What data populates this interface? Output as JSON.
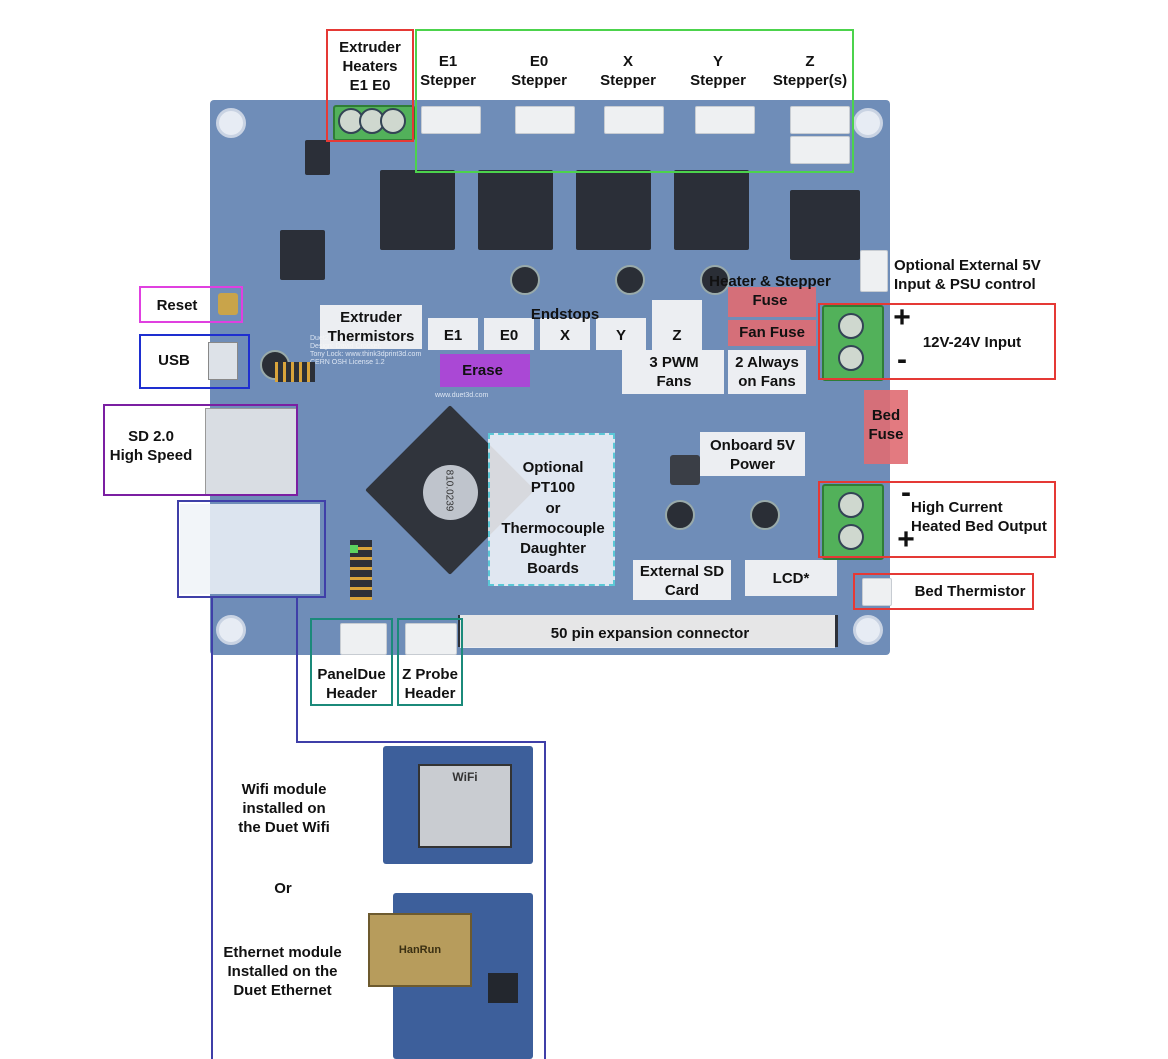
{
  "labels": {
    "extruder_heaters": "Extruder\nHeaters\nE1    E0",
    "e1_stepper": "E1\nStepper",
    "e0_stepper": "E0\nStepper",
    "x_stepper": "X\nStepper",
    "y_stepper": "Y\nStepper",
    "z_steppers": "Z\nStepper(s)",
    "optional_ext_5v": "Optional External 5V\nInput & PSU control",
    "heater_stepper_fuse": "Heater & Stepper\nFuse",
    "fan_fuse": "Fan Fuse",
    "input_12_24": "12V-24V Input",
    "plus": "+",
    "minus": "-",
    "reset": "Reset",
    "usb": "USB",
    "sd": "SD 2.0\nHigh Speed",
    "extruder_thermistors": "Extruder\nThermistors",
    "endstops": "Endstops",
    "endstop_e1": "E1",
    "endstop_e0": "E0",
    "endstop_x": "X",
    "endstop_y": "Y",
    "endstop_z": "Z",
    "erase": "Erase",
    "pwm_fans": "3 PWM\nFans",
    "always_on_fans": "2 Always\non Fans",
    "bed_fuse": "Bed\nFuse",
    "onboard_5v": "Onboard 5V\nPower",
    "optional_pt100": "Optional\nPT100\nor\nThermocouple\nDaughter\nBoards",
    "high_current": "High Current\nHeated Bed Output",
    "external_sd": "External SD\nCard",
    "lcd": "LCD*",
    "bed_thermistor": "Bed Thermistor",
    "expansion": "50 pin expansion connector",
    "paneldue": "PanelDue\nHeader",
    "zprobe": "Z Probe\nHeader",
    "wifi_module": "Wifi module\ninstalled on\nthe Duet Wifi",
    "or": "Or",
    "ethernet_module": "Ethernet module\nInstalled on the\nDuet Ethernet",
    "board_silk": "Duet2 V1.04\nDesign: David Crocker,\nTony Lock: www.think3dprint3d.com\nCERN OSH License 1.2",
    "board_url": "www.duet3d.com",
    "chip_code": "810.0239",
    "wifi_chip": "WiFi",
    "eth_chip": "HanRun"
  },
  "colors": {
    "red": "#e53935",
    "green": "#4cd34c",
    "magenta": "#e040e0",
    "blue": "#1e2fd0",
    "purple": "#7b1fa2",
    "teal": "#1b8a7a",
    "cyan_dashed": "#5bc8d6",
    "navy": "#3f3fa8",
    "board": "#6f8db8"
  }
}
